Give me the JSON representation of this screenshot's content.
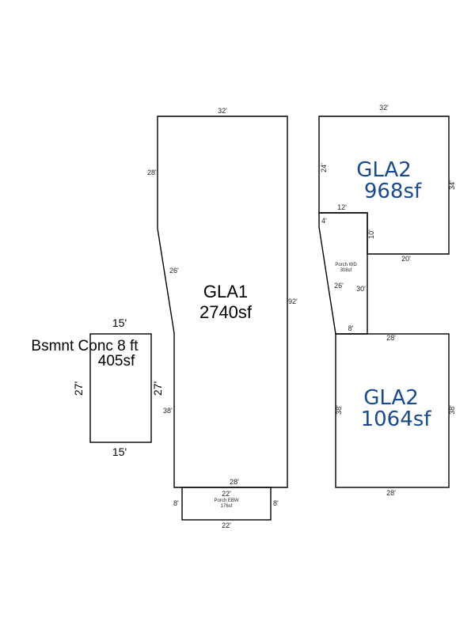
{
  "colors": {
    "gla2_label": "#1a4a8a",
    "line": "#000000"
  },
  "gla1": {
    "name": "GLA1",
    "area": "2740sf",
    "dims": {
      "top": "32'",
      "upper_left": "28'",
      "diagonal": "26'",
      "right": "92'",
      "lower_left": "38'",
      "bottom": "28'"
    }
  },
  "gla2_upper": {
    "name": "GLA2",
    "area": "968sf",
    "dims": {
      "top": "32'",
      "left": "24'",
      "right": "34'",
      "notch_top": "12'",
      "notch_right": "10'",
      "bottom": "20'"
    }
  },
  "gla2_lower": {
    "name": "GLA2",
    "area": "1064sf",
    "dims": {
      "top": "28'",
      "left": "38'",
      "right": "38'",
      "bottom": "28'"
    }
  },
  "porch_wd": {
    "name": "Porch WD",
    "area": "308sf",
    "dims": {
      "top_left": "4'",
      "diagonal": "26'",
      "right": "30'",
      "bottom": "8'"
    }
  },
  "porch_ebw": {
    "name": "Porch EBW",
    "area": "176sf",
    "dims": {
      "top": "22'",
      "left": "8'",
      "right": "8'",
      "bottom": "22'"
    }
  },
  "basement": {
    "name": "Bsmnt Conc 8 ft",
    "area": "405sf",
    "dims": {
      "top": "15'",
      "left": "27'",
      "right": "27'",
      "bottom": "15'"
    }
  }
}
